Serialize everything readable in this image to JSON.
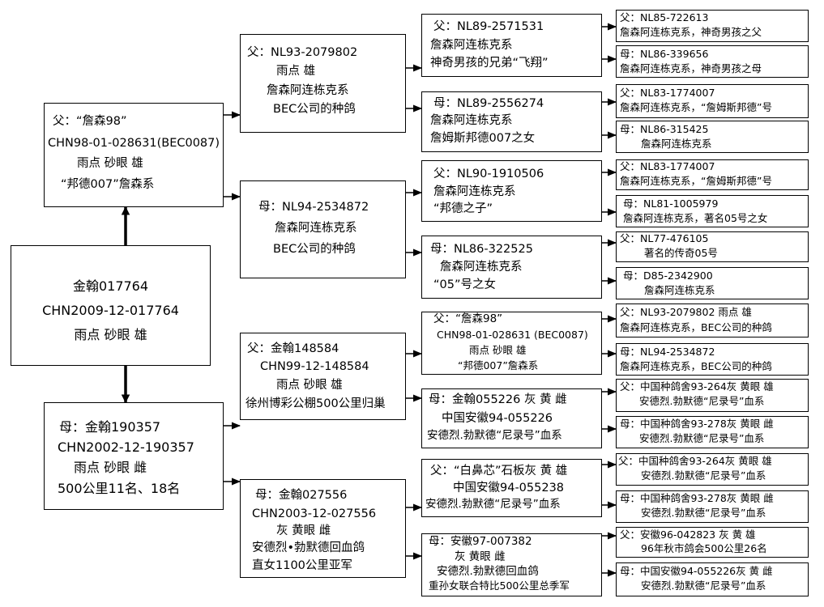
{
  "subject": {
    "lines": [
      "金翰017764",
      "CHN2009-12-017764",
      "雨点 砂眼 雄"
    ]
  },
  "sire": {
    "lines": [
      "父：“詹森98”",
      "CHN98-01-028631(BEC0087)",
      "雨点 砂眼 雄",
      "“邦德007”詹森系"
    ]
  },
  "dam": {
    "lines": [
      "母：金翰190357",
      "CHN2002-12-190357",
      "雨点 砂眼 雌",
      "500公里11名、18名"
    ]
  },
  "gen2": [
    {
      "id": "ss",
      "lines": [
        "父：NL93-2079802",
        "雨点 雄",
        "詹森阿连栋克系",
        "BEC公司的种鸽"
      ]
    },
    {
      "id": "sd",
      "lines": [
        "母：NL94-2534872",
        "詹森阿连栋克系",
        "BEC公司的种鸽"
      ]
    },
    {
      "id": "ds",
      "lines": [
        "父：金翰148584",
        "CHN99-12-148584",
        "雨点 砂眼 雄",
        "徐州博彩公棚500公里归巢"
      ]
    },
    {
      "id": "dd",
      "lines": [
        "母：金翰027556",
        "CHN2003-12-027556",
        "灰 黄眼 雌",
        "安德烈•勃默德回血鸽",
        "直女1100公里亚军"
      ]
    }
  ],
  "gen3": [
    {
      "id": "sss",
      "lines": [
        "父：NL89-2571531",
        "詹森阿连栋克系",
        "神奇男孩的兄弟“飞翔”"
      ]
    },
    {
      "id": "ssd",
      "lines": [
        "母：NL89-2556274",
        "詹森阿连栋克系",
        "詹姆斯邦德007之女"
      ]
    },
    {
      "id": "sds",
      "lines": [
        "父：NL90-1910506",
        "詹森阿连栋克系",
        "“邦德之子”"
      ]
    },
    {
      "id": "sdd",
      "lines": [
        "母：NL86-322525",
        "詹森阿连栋克系",
        "“05”号之女"
      ]
    },
    {
      "id": "dss",
      "lines": [
        "父：“詹森98”",
        "CHN98-01-028631 (BEC0087)",
        "雨点 砂眼 雄",
        "“邦德007”詹森系"
      ]
    },
    {
      "id": "dsd",
      "lines": [
        "母：金翰055226 灰 黄 雌",
        "中国安徽94-055226",
        "安德烈.勃默德“尼录号”血系"
      ]
    },
    {
      "id": "dds",
      "lines": [
        "父：“白鼻芯”石板灰 黄 雄",
        "中国安徽94-055238",
        "安德烈.勃默德“尼录号”血系"
      ]
    },
    {
      "id": "ddd",
      "lines": [
        "母：安徽97-007382",
        "灰 黄眼 雌",
        "安德烈.勃默德回血鸽",
        "重孙女联合特比500公里总季军"
      ]
    }
  ],
  "gen4": [
    {
      "lines": [
        "父：NL85-722613",
        "詹森阿连栋克系，神奇男孩之父"
      ]
    },
    {
      "lines": [
        "母：NL86-339656",
        "詹森阿连栋克系，神奇男孩之母"
      ]
    },
    {
      "lines": [
        "父：NL83-1774007",
        "詹森阿连栋克系，“詹姆斯邦德”号"
      ]
    },
    {
      "lines": [
        "母：NL86-315425",
        "詹森阿连栋克系"
      ]
    },
    {
      "lines": [
        "父：NL83-1774007",
        "詹森阿连栋克系，“詹姆斯邦德”号"
      ]
    },
    {
      "lines": [
        "母：NL81-1005979",
        "詹森阿连栋克系，著名05号之女"
      ]
    },
    {
      "lines": [
        "父：NL77-476105",
        "著名的传奇05号"
      ]
    },
    {
      "lines": [
        "母：D85-2342900",
        "詹森阿连栋克系"
      ]
    },
    {
      "lines": [
        "父：NL93-2079802 雨点 雄",
        "詹森阿连栋克系，BEC公司的种鸽"
      ]
    },
    {
      "lines": [
        "母：NL94-2534872",
        "詹森阿连栋克系，BEC公司的种鸽"
      ]
    },
    {
      "lines": [
        "父：中国种鸽舍93-264灰 黄眼 雄",
        "安德烈.勃默德“尼录号”血系"
      ]
    },
    {
      "lines": [
        "母：中国种鸽舍93-278灰 黄眼 雌",
        "安德烈.勃默德“尼录号”血系"
      ]
    },
    {
      "lines": [
        "父：中国种鸽舍93-264灰 黄眼 雄",
        "安德烈.勃默德“尼录号”血系"
      ]
    },
    {
      "lines": [
        "母：中国种鸽舍93-278灰 黄眼 雌",
        "安德烈.勃默德“尼录号”血系"
      ]
    },
    {
      "lines": [
        "父：安徽96-042823 灰 黄 雄",
        "96年秋市鸽会500公里26名"
      ]
    },
    {
      "lines": [
        "母：中国安徽94-055226灰 黄 雌",
        "安德烈.勃默德“尼录号”血系"
      ]
    }
  ]
}
